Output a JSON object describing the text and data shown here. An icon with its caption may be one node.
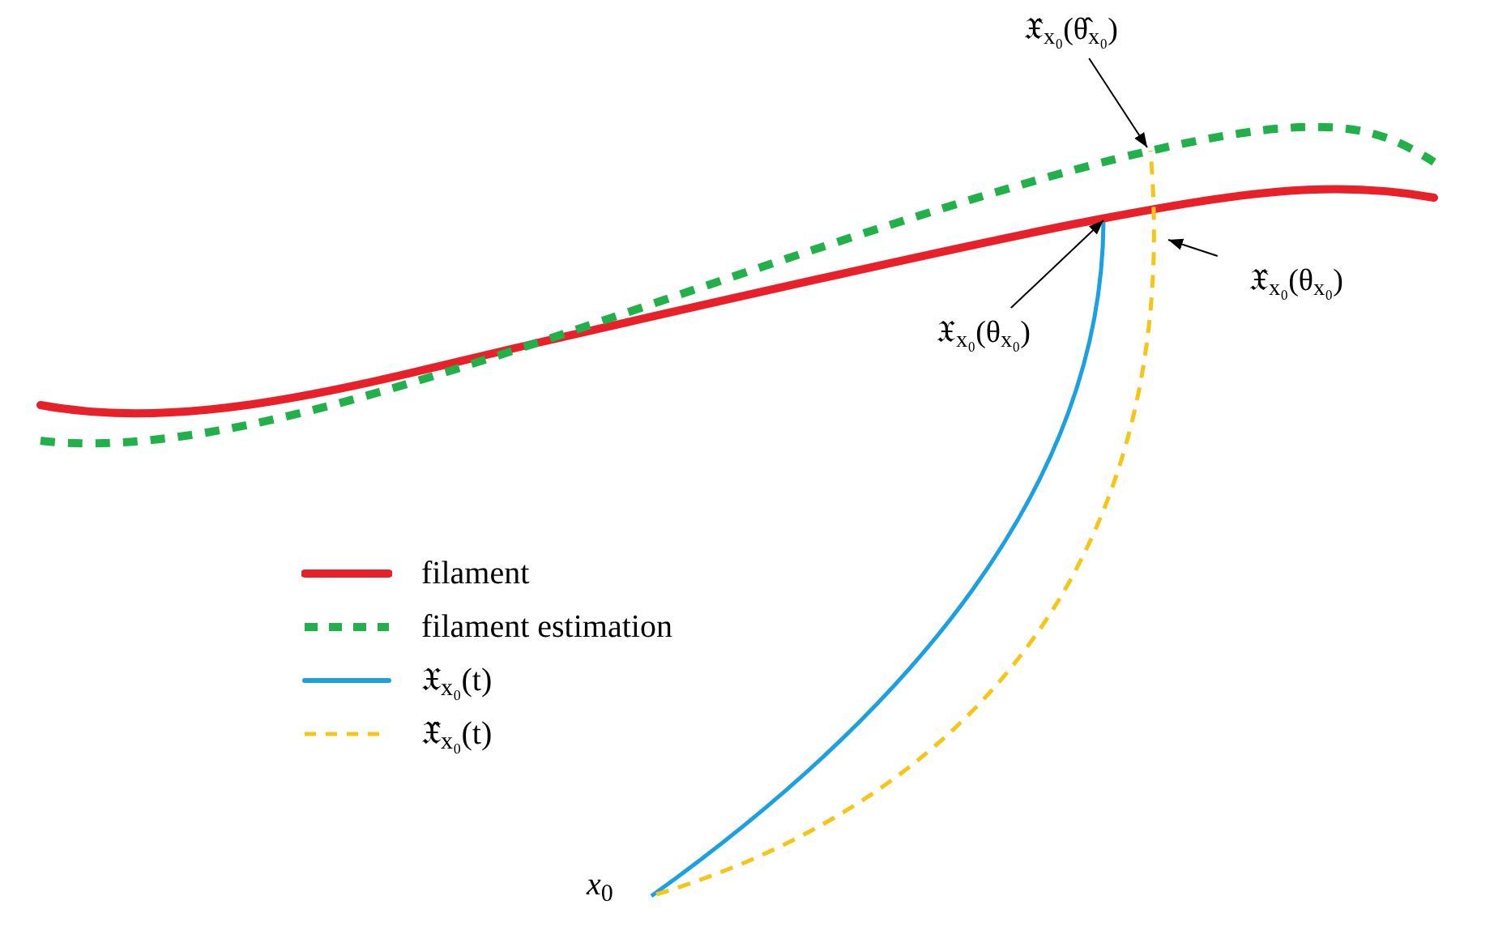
{
  "diagram": {
    "nodes": [
      {
        "text": [
          "𝔛̂$_{x₀}$(θ̂$_{x₀}$)"
        ]
      },
      {
        "text": [
          "𝔛$_{x₀}$(θ$_{x₀}$)"
        ]
      },
      {
        "text": [
          "𝔛̂$_{x₀}$(θ$_{x₀}$)"
        ]
      }
    ],
    "edges": [
      {
        "from": 0,
        "to": null,
        "arrow": "to"
      },
      {
        "from": 1,
        "to": null,
        "arrow": "to"
      },
      {
        "from": 2,
        "to": null,
        "arrow": "to"
      }
    ],
    "labels": [
      "*x*$_{0}$"
    ],
    "legend": [
      {
        "text": "filament"
      },
      {
        "text": "filament estimation"
      },
      {
        "text": "𝔛$_{x₀}$(t)"
      },
      {
        "text": "𝔛̂$_{x₀}$(t)"
      }
    ]
  }
}
